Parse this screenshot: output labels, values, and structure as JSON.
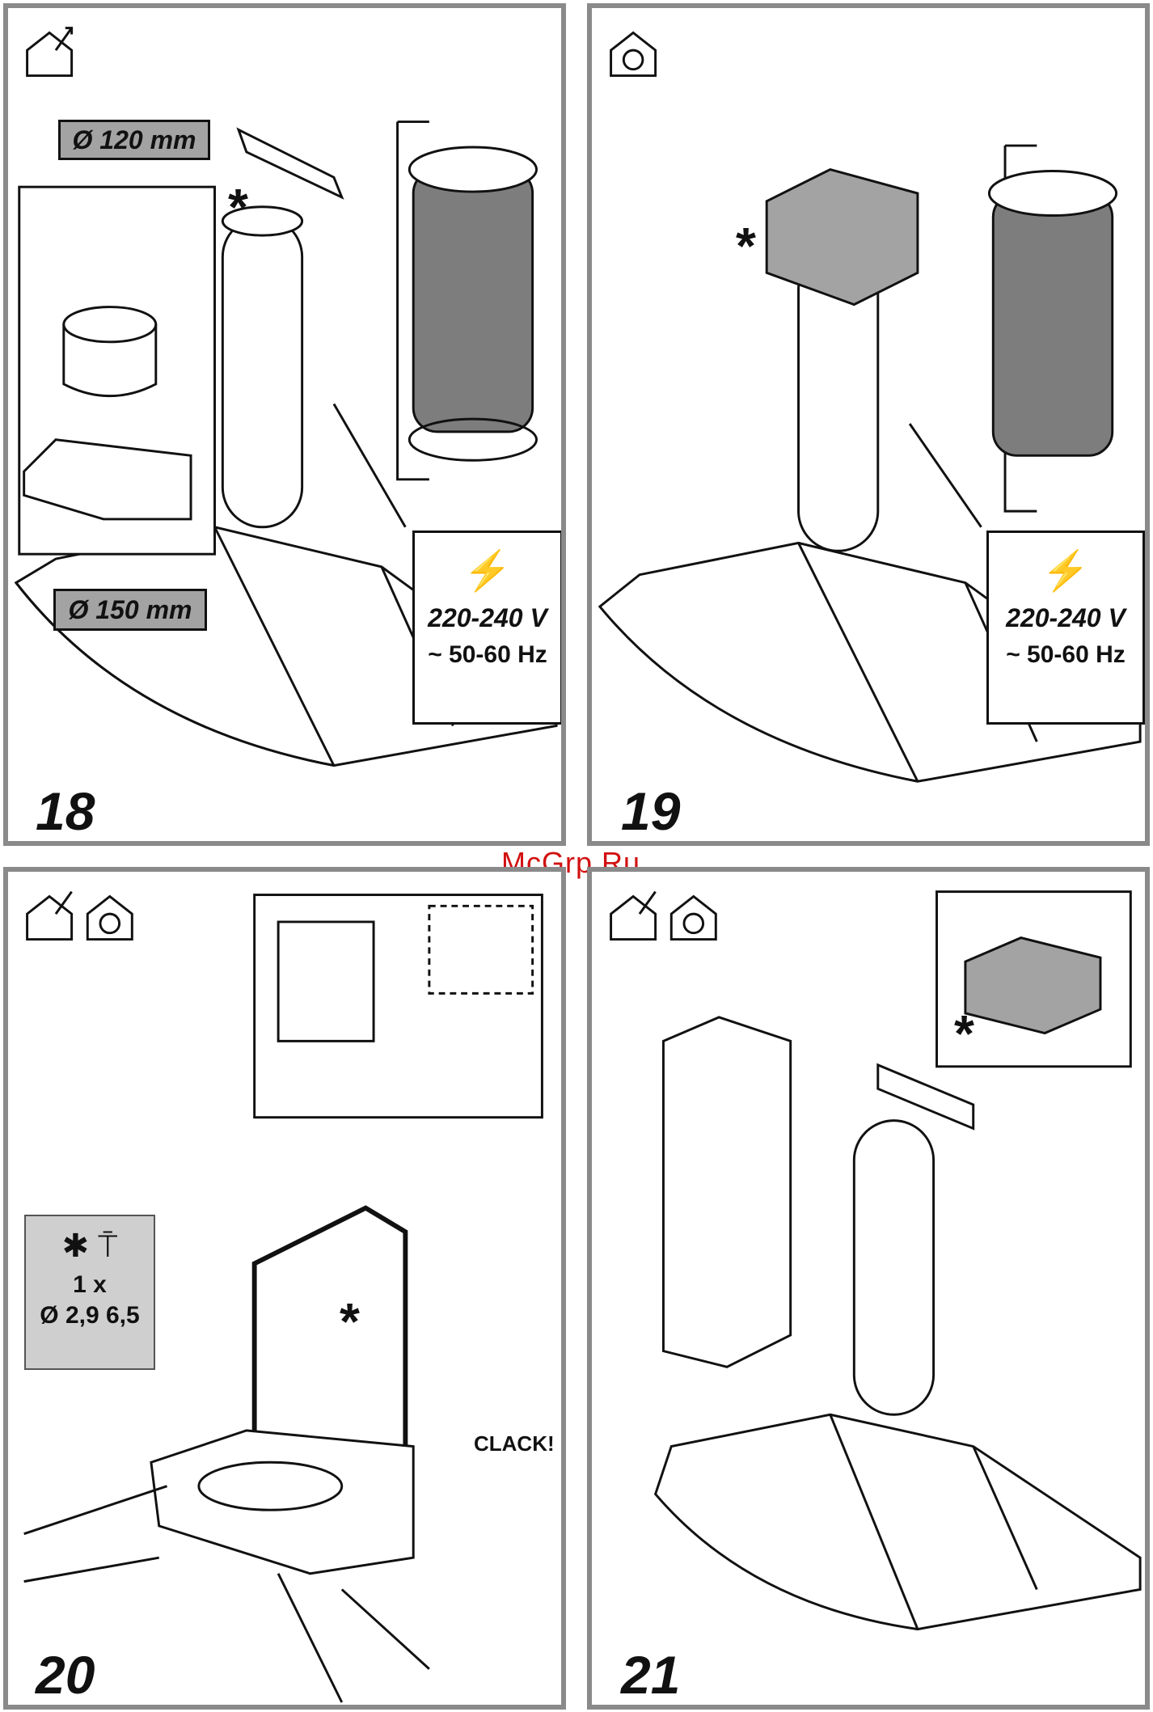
{
  "watermark": "McGrp.Ru",
  "panels": {
    "p18": {
      "step": "18",
      "icon": "ducted-house-icon",
      "dia_top": "Ø 120 mm",
      "dia_bottom": "Ø 150 mm",
      "voltage": "220-240 V",
      "frequency": "~ 50-60 Hz",
      "asterisk": "*"
    },
    "p19": {
      "step": "19",
      "icon": "recirculation-house-icon",
      "voltage": "220-240 V",
      "frequency": "~ 50-60 Hz",
      "asterisk": "*"
    },
    "p20": {
      "step": "20",
      "icons": [
        "ducted-house-icon",
        "recirculation-house-icon"
      ],
      "screw_qty": "1 x",
      "screw_size": "Ø 2,9 6,5",
      "clack": "CLACK!",
      "asterisk": "*"
    },
    "p21": {
      "step": "21",
      "icons": [
        "ducted-house-icon",
        "recirculation-house-icon"
      ],
      "asterisk": "*"
    }
  },
  "colors": {
    "frame": "#8a8a8a",
    "tag_fill": "#a3a3a3",
    "watermark": "#d21010",
    "duct_fill": "#7d7d7d"
  }
}
